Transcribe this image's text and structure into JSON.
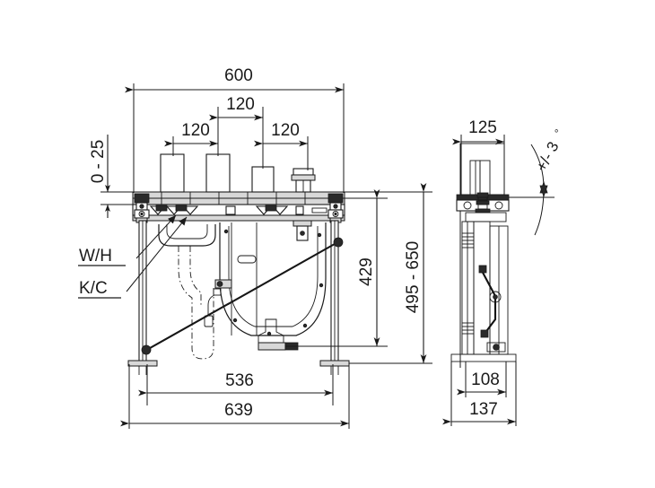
{
  "drawing": {
    "title": "Wall-mounted support frame installation drawing",
    "background_color": "#ffffff",
    "line_color": "#1a1a1a",
    "views": {
      "front": {
        "name": "front-elevation-view",
        "labels": [
          {
            "id": "width_overall",
            "text": "600",
            "kind": "horizontal-dimension"
          },
          {
            "id": "spacing_left",
            "text": "120",
            "kind": "horizontal-dimension"
          },
          {
            "id": "spacing_center",
            "text": "120",
            "kind": "horizontal-dimension"
          },
          {
            "id": "spacing_right",
            "text": "120",
            "kind": "horizontal-dimension"
          },
          {
            "id": "top_offset",
            "text": "0 - 25",
            "kind": "vertical-dimension"
          },
          {
            "id": "height_inner",
            "text": "429",
            "kind": "vertical-dimension"
          },
          {
            "id": "height_range",
            "text": "495 - 650",
            "kind": "vertical-dimension"
          },
          {
            "id": "base_inner",
            "text": "536",
            "kind": "horizontal-dimension"
          },
          {
            "id": "base_overall",
            "text": "639",
            "kind": "horizontal-dimension"
          }
        ],
        "leaders": [
          {
            "id": "leader_wh",
            "text": "W/H"
          },
          {
            "id": "leader_kc",
            "text": "K/C"
          }
        ]
      },
      "side": {
        "name": "side-elevation-view",
        "labels": [
          {
            "id": "side_top_width",
            "text": "125",
            "kind": "horizontal-dimension"
          },
          {
            "id": "side_base_inner",
            "text": "108",
            "kind": "horizontal-dimension"
          },
          {
            "id": "side_base_overall",
            "text": "137",
            "kind": "horizontal-dimension"
          },
          {
            "id": "tilt_angle",
            "text": "+/- 3",
            "unit": "°",
            "kind": "angle-dimension"
          }
        ]
      }
    }
  }
}
